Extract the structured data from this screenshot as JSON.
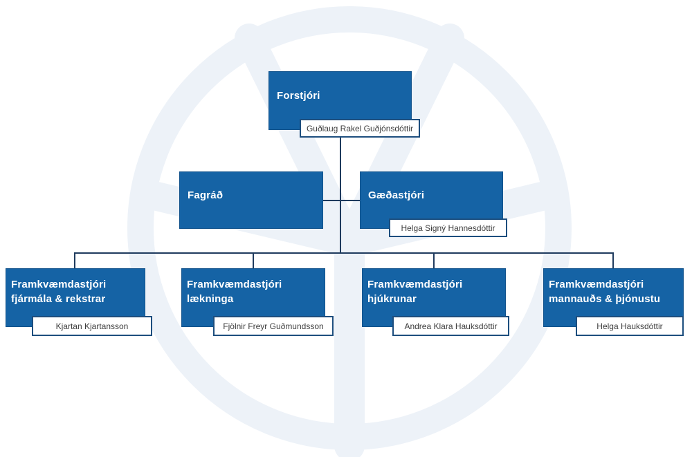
{
  "diagram": {
    "type": "org-chart",
    "nodes": [
      {
        "title": "Forstjóri",
        "name": "Guðlaug Rakel Guðjónsdóttir"
      },
      {
        "title": "Fagráð",
        "name": ""
      },
      {
        "title": "Gæðastjóri",
        "name": "Helga Signý Hannesdóttir"
      },
      {
        "title": "Framkvæmdastjóri\nfjármála & rekstrar",
        "name": "Kjartan Kjartansson"
      },
      {
        "title": "Framkvæmdastjóri\nlækninga",
        "name": "Fjölnir Freyr Guðmundsson"
      },
      {
        "title": "Framkvæmdastjóri\nhjúkrunar",
        "name": "Andrea Klara Hauksdóttir"
      },
      {
        "title": "Framkvæmdastjóri\nmannauðs & þjónustu",
        "name": "Helga Hauksdóttir"
      }
    ],
    "edges": [
      {
        "from": "Forstjóri",
        "to": "Fagráð"
      },
      {
        "from": "Forstjóri",
        "to": "Gæðastjóri"
      },
      {
        "from": "Forstjóri",
        "to": "Framkvæmdastjóri fjármála & rekstrar"
      },
      {
        "from": "Forstjóri",
        "to": "Framkvæmdastjóri lækninga"
      },
      {
        "from": "Forstjóri",
        "to": "Framkvæmdastjóri hjúkrunar"
      },
      {
        "from": "Forstjóri",
        "to": "Framkvæmdastjóri mannauðs & þjónustu"
      }
    ],
    "watermark_icon": "tree-in-circle-logo"
  },
  "colors": {
    "box_blue": "#1563a5",
    "connector_navy": "#1f3b5e",
    "tag_border": "#1d4e7e",
    "tag_background": "#ffffff",
    "tag_text": "#3d3d3d",
    "box_text": "#ffffff",
    "watermark_tint": "#edf2f8",
    "page_background": "#ffffff"
  }
}
